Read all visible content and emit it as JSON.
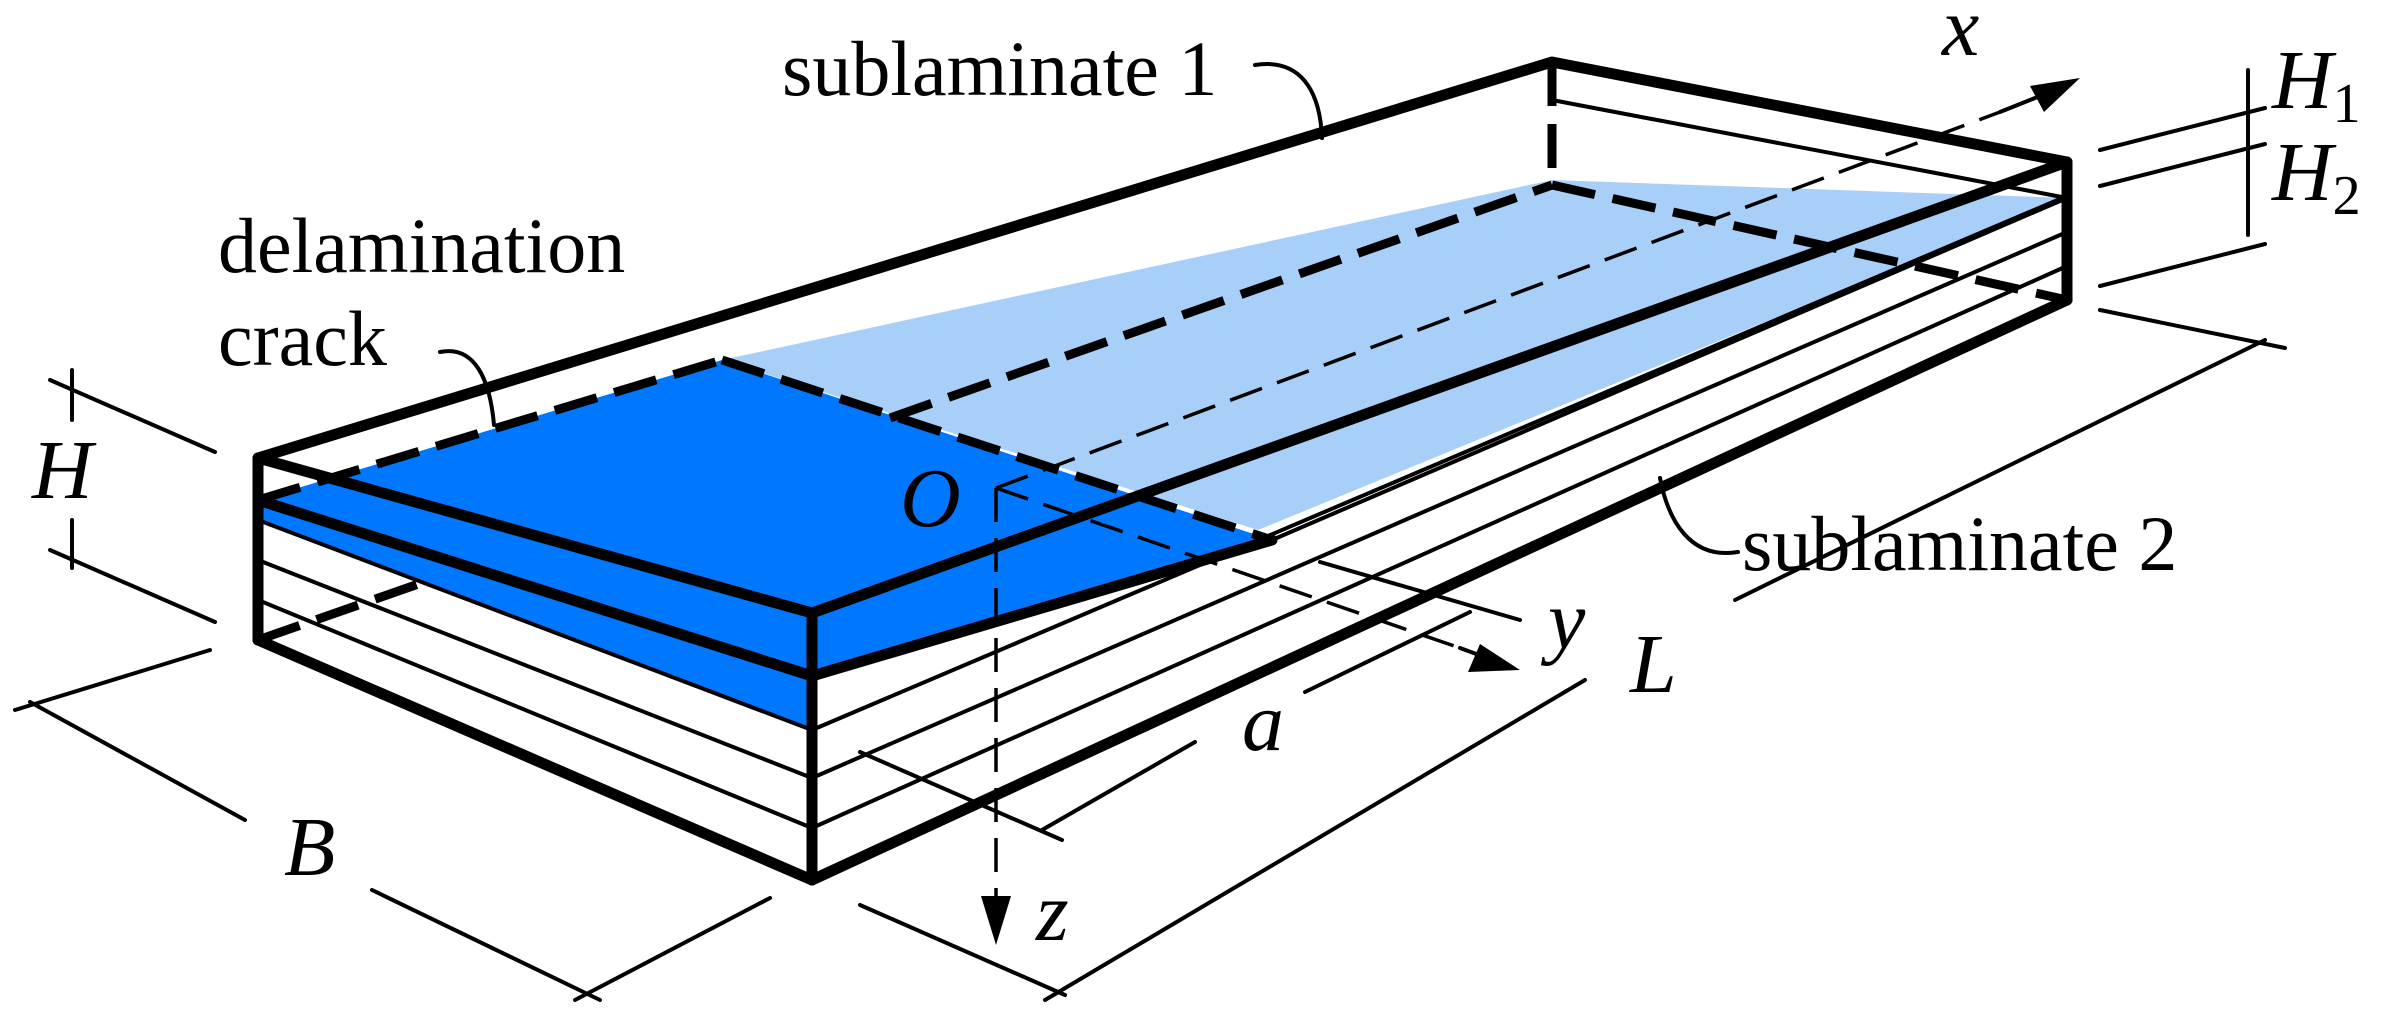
{
  "labels": {
    "sublaminate_1": "sublaminate 1",
    "sublaminate_2": "sublaminate 2",
    "delamination_line1": "delamination",
    "delamination_line2": "crack",
    "axis_x": "x",
    "axis_y": "y",
    "axis_z": "z",
    "origin": "O",
    "dim_H": "H",
    "dim_H1": "H",
    "dim_H1_sub": "1",
    "dim_H2": "H",
    "dim_H2_sub": "2",
    "dim_B": "B",
    "dim_L": "L",
    "dim_a": "a"
  },
  "colors": {
    "crack_region": "#0077ff",
    "intact_interface": "#a8cff8",
    "outline": "#000000",
    "background": "#ffffff"
  }
}
